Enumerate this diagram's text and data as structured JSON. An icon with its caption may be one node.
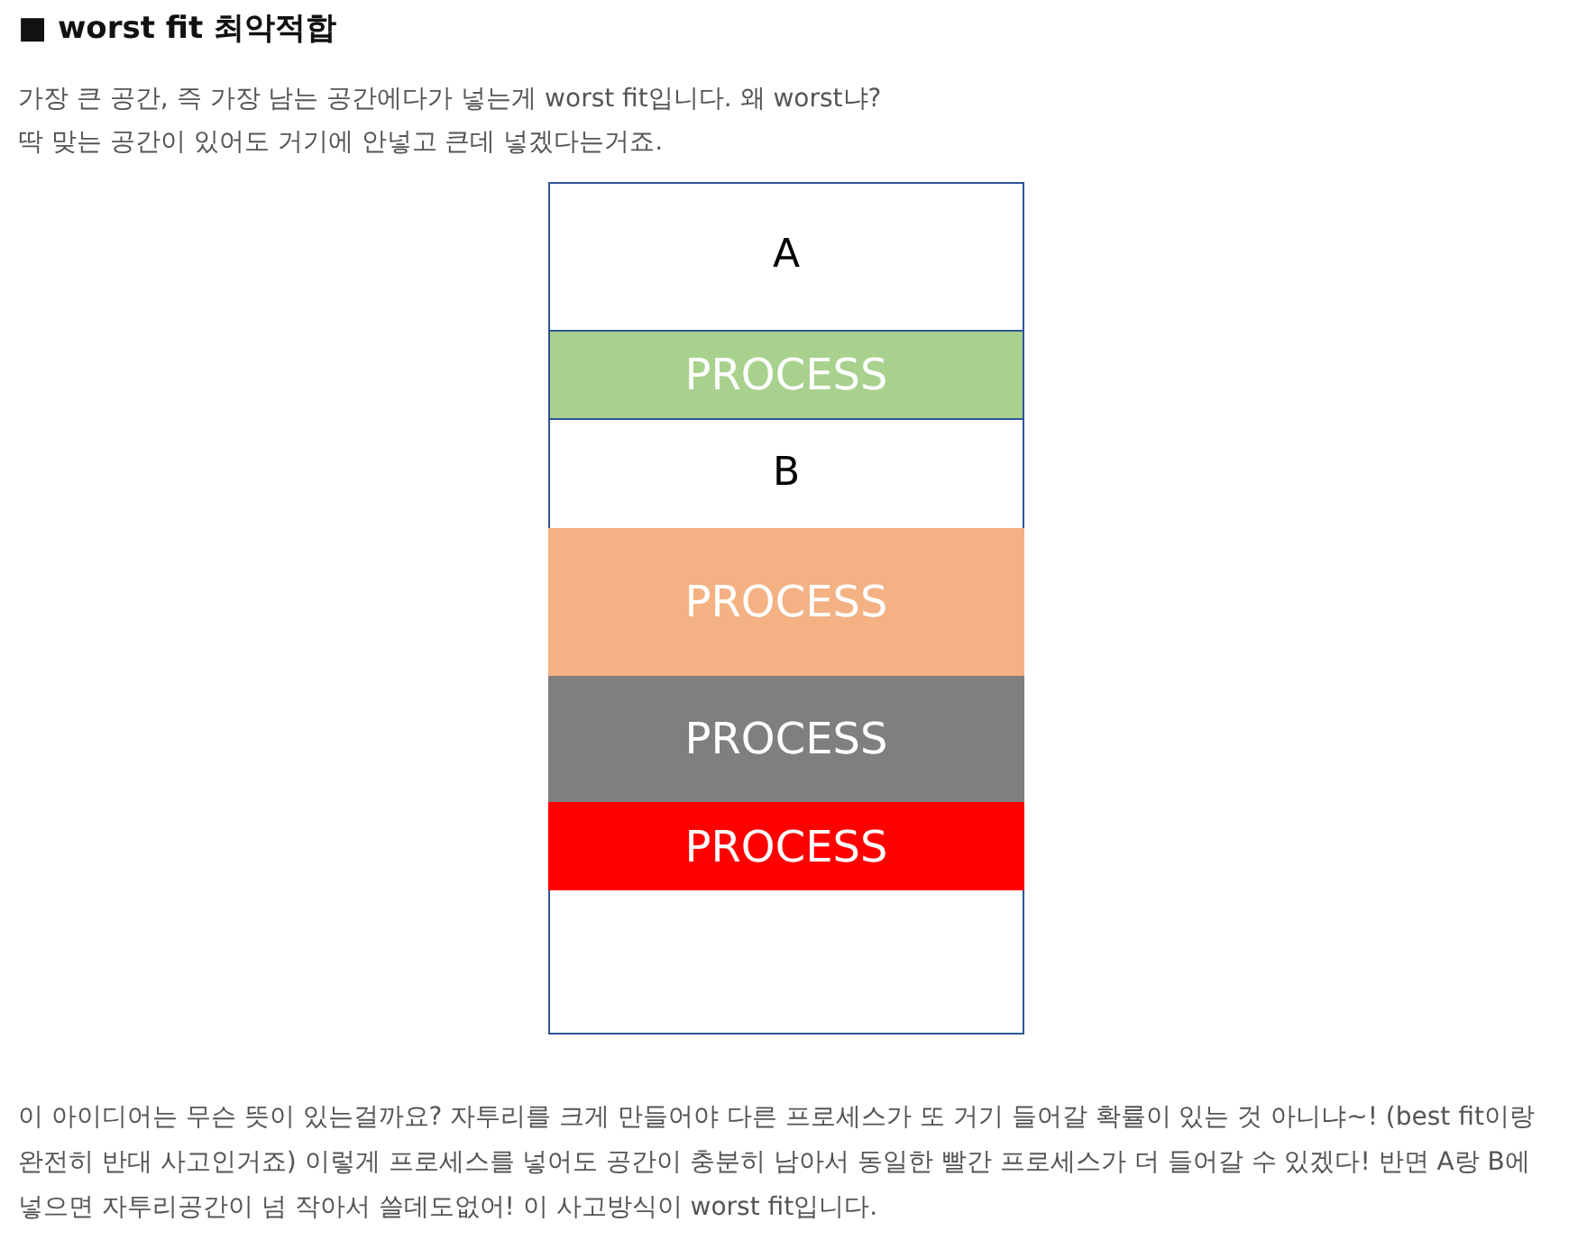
{
  "diagram": {
    "title": "■ worst fit 최악적합",
    "nodes": [
      {
        "text": [],
        "shape": "box"
      },
      {
        "text": [
          "A"
        ],
        "in": 0
      },
      {
        "text": [
          "PROCESS"
        ],
        "in": 0
      },
      {
        "text": [
          "B"
        ],
        "in": 0
      },
      {
        "text": [
          "PROCESS"
        ],
        "in": 0
      },
      {
        "text": [
          "PROCESS"
        ],
        "in": 0
      },
      {
        "text": [
          "PROCESS"
        ],
        "in": 0
      }
    ],
    "labels": [
      "가장 큰 공간, 즉 가장 남는 공간에다가 넣는게 worst fit입니다. 왜 worst냐?",
      "딱 맞는 공간이 있어도 거기에 안넣고 큰데 넣겠다는거죠."
    ],
    "caption": "이 아이디어는 무슨 뜻이 있는걸까요? 자투리를 크게 만들어야 다른 프로세스가 또 거기 들어갈 확률이 있는 것 아니냐~! (best fit이랑 완전히 반대 사고인거죠) 이렇게 프로세스를 넣어도 공간이 충분히 남아서 동일한 빨간 프로세스가 더 들어갈 수 있겠다! 반면 A랑 B에 넣으면 자투리공간이 넘 작아서 쓸데도없어! 이 사고방식이 worst fit입니다."
  }
}
